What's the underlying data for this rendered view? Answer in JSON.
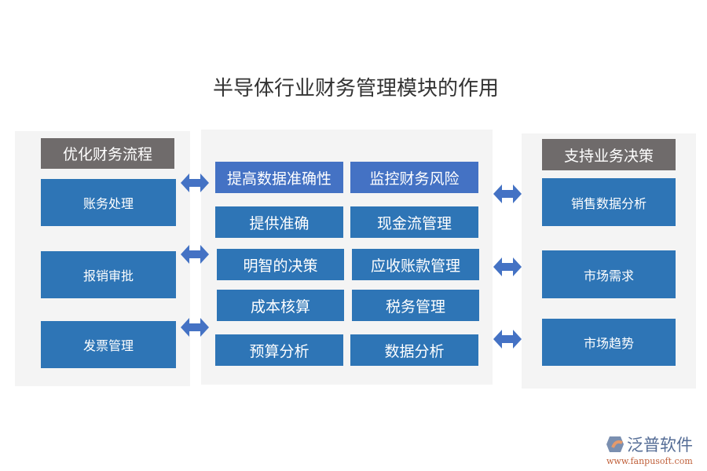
{
  "title": "半导体行业财务管理模块的作用",
  "left": {
    "header": "优化财务流程",
    "items": [
      "账务处理",
      "报销审批",
      "发票管理"
    ]
  },
  "center": {
    "items": [
      "提高数据准确性",
      "监控财务风险",
      "提供准确",
      "现金流管理",
      "明智的决策",
      "应收账款管理",
      "成本核算",
      "税务管理",
      "预算分析",
      "数据分析"
    ]
  },
  "right": {
    "header": "支持业务决策",
    "items": [
      "销售数据分析",
      "市场需求",
      "市场趋势"
    ]
  },
  "logo": {
    "name": "泛普软件",
    "url": "www.fanpusoft.com"
  },
  "colors": {
    "box": "#2e75b6",
    "highlight": "#4472c4",
    "header": "#6f6b6b",
    "arrow": "#4472c4"
  }
}
